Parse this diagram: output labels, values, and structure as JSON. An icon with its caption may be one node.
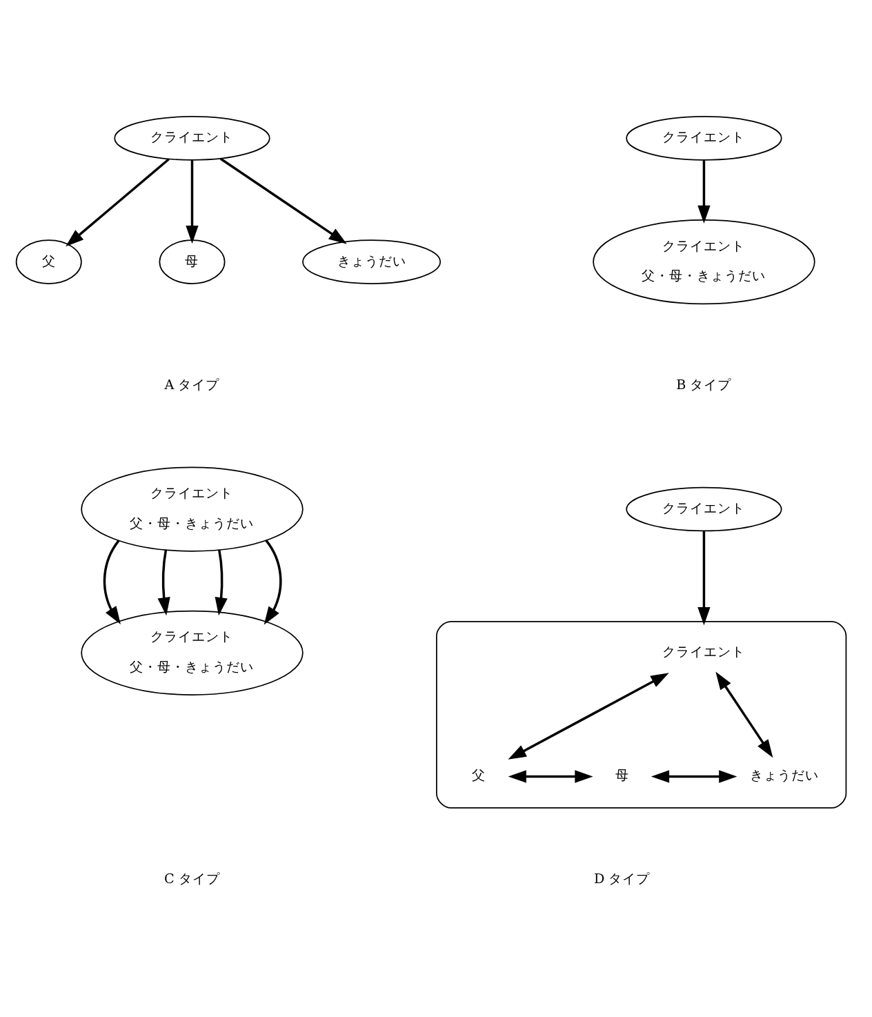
{
  "diagram": {
    "nodes": [
      {
        "text": [
          "クライエント"
        ]
      },
      {
        "text": [
          "父"
        ]
      },
      {
        "text": [
          "母"
        ]
      },
      {
        "text": [
          "きょうだい"
        ]
      },
      {
        "text": [
          "クライエント"
        ]
      },
      {
        "text": [
          "クライエント",
          "父・母・きょうだい"
        ]
      },
      {
        "text": [
          "クライエント",
          "父・母・きょうだい"
        ]
      },
      {
        "text": [
          "クライエント",
          "父・母・きょうだい"
        ]
      },
      {
        "text": [
          "クライエント"
        ]
      },
      {
        "text": [],
        "shape": "ellipse"
      },
      {
        "text": [
          "クライエント"
        ],
        "in": 9
      },
      {
        "text": [
          "父"
        ],
        "in": 9
      },
      {
        "text": [
          "母"
        ],
        "in": 9
      },
      {
        "text": [
          "きょうだい"
        ],
        "in": 9
      }
    ],
    "edges": [
      {
        "from": 0,
        "to": 1,
        "arrow": "to"
      },
      {
        "from": 0,
        "to": 2,
        "arrow": "to"
      },
      {
        "from": 0,
        "to": 3,
        "arrow": "to"
      },
      {
        "from": 4,
        "to": 5,
        "arrow": "to"
      },
      {
        "from": 6,
        "to": 7,
        "arrow": "to"
      },
      {
        "from": 6,
        "to": 7,
        "arrow": "to"
      },
      {
        "from": 6,
        "to": 7,
        "arrow": "to"
      },
      {
        "from": 6,
        "to": 7,
        "arrow": "to"
      },
      {
        "from": 8,
        "to": 9,
        "arrow": "to"
      },
      {
        "from": 10,
        "to": 11,
        "arrow": "both"
      },
      {
        "from": 10,
        "to": 13,
        "arrow": "both"
      },
      {
        "from": 11,
        "to": 12,
        "arrow": "both"
      },
      {
        "from": 12,
        "to": 13,
        "arrow": "both"
      }
    ],
    "labels": [
      "A タイプ",
      "B タイプ",
      "C タイプ",
      "D タイプ"
    ]
  }
}
